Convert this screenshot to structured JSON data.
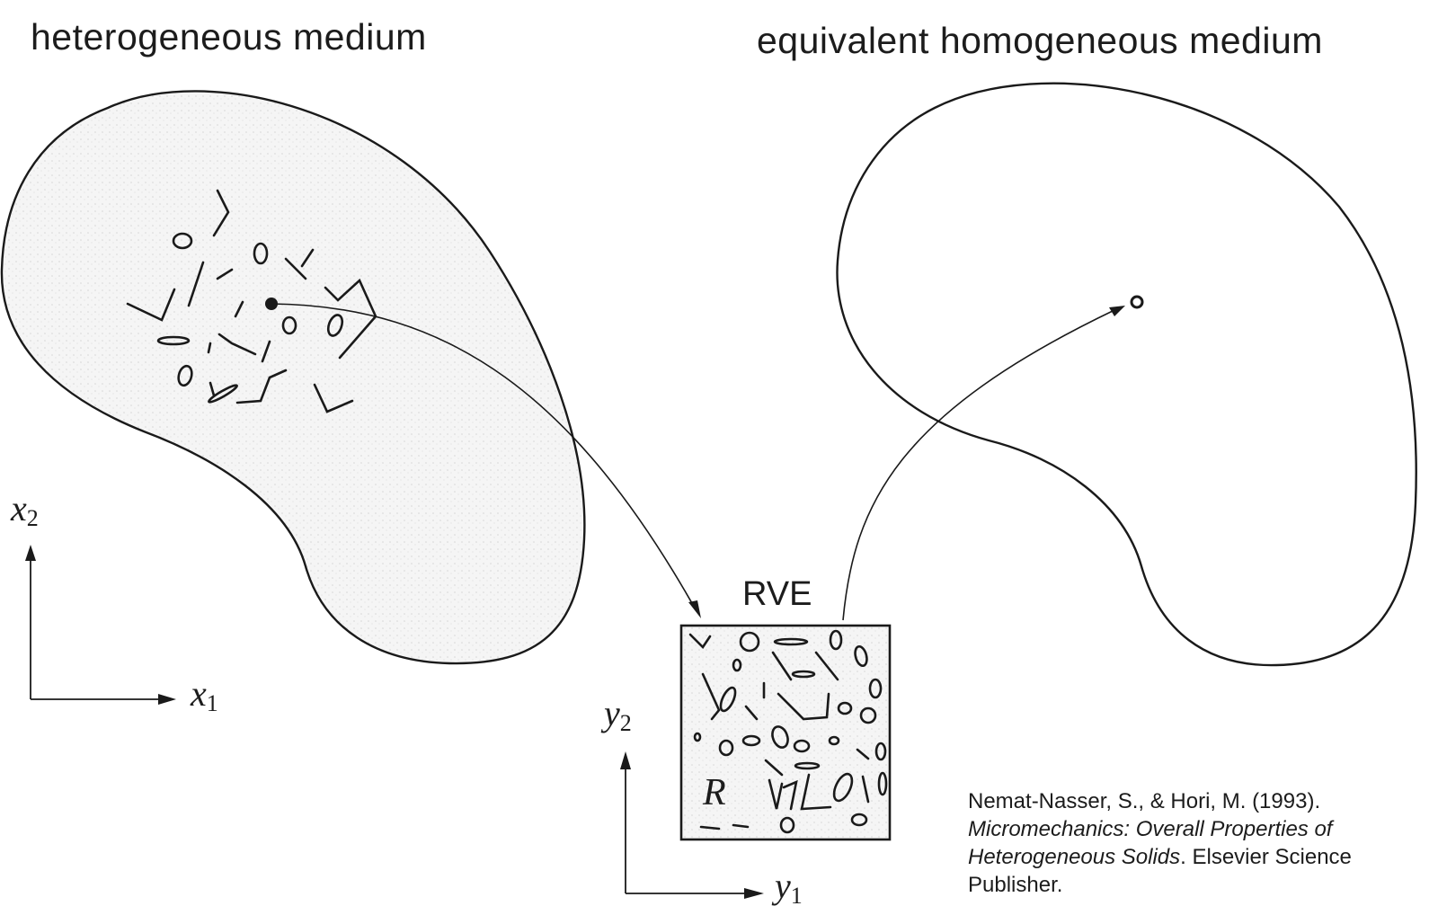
{
  "headings": {
    "left": "heterogeneous medium",
    "right": "equivalent homogeneous medium"
  },
  "axes": {
    "global": {
      "vertical": "x",
      "vertical_sub": "2",
      "horizontal": "x",
      "horizontal_sub": "1"
    },
    "local": {
      "vertical": "y",
      "vertical_sub": "2",
      "horizontal": "y",
      "horizontal_sub": "1"
    }
  },
  "labels": {
    "rve": "RVE",
    "region": "R"
  },
  "citation": {
    "authors": "Nemat-Nasser, S., & Hori, M. (1993).",
    "title": "Micromechanics: Overall Properties of Heterogeneous Solids",
    "publisher": ". Elsevier Science Publisher."
  }
}
